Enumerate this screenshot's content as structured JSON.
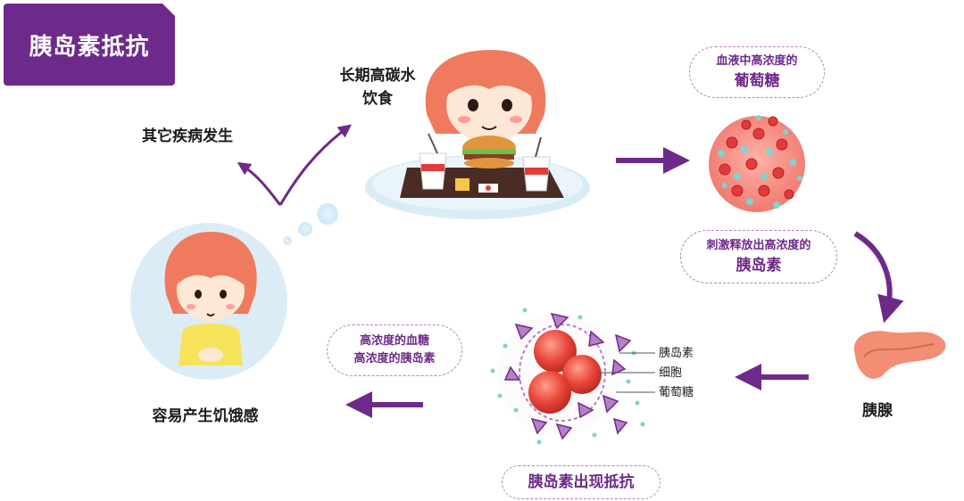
{
  "title": "胰岛素抵抗",
  "labels": {
    "high_carb_diet_line1": "长期高碳水",
    "high_carb_diet_line2": "饮食",
    "other_diseases": "其它疾病发生",
    "easy_hunger": "容易产生饥饿感",
    "pancreas": "胰腺"
  },
  "pills": {
    "high_glucose": {
      "line1": "血液中高浓度的",
      "line2": "葡萄糖"
    },
    "release_insulin": {
      "line1": "刺激释放出高浓度的",
      "line2": "胰岛素"
    },
    "high_blood": {
      "line1": "高浓度的血糖",
      "line2": "高浓度的胰岛素"
    },
    "insulin_resistance": {
      "line1": "胰岛素出现抵抗"
    }
  },
  "cell_legend": {
    "insulin": "胰岛素",
    "cell": "细胞",
    "glucose": "葡萄糖"
  },
  "colors": {
    "accent_purple": "#6e2a8a",
    "pill_border": "#b77fc6",
    "hair": "#f07a5e",
    "blood_red": "#e23b3b",
    "glucose_teal": "#7fd3d0"
  },
  "icons": [
    "arrow-right-icon",
    "arrow-left-icon",
    "curved-arrow-down-icon",
    "split-arrow-icon",
    "thought-bubble-icon"
  ]
}
